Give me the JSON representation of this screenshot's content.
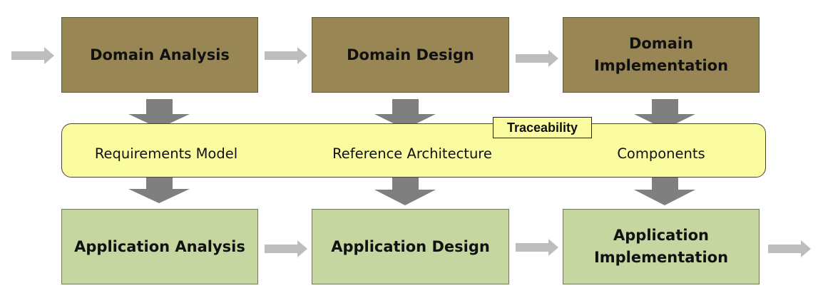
{
  "domain_engineering": {
    "steps": [
      {
        "label": "Domain Analysis"
      },
      {
        "label": "Domain Design"
      },
      {
        "label": "Domain\nImplementation"
      }
    ]
  },
  "domain_assets": {
    "items": [
      {
        "label": "Requirements Model"
      },
      {
        "label": "Reference Architecture"
      },
      {
        "label": "Components"
      }
    ],
    "traceability_label": "Traceability"
  },
  "application_engineering": {
    "steps": [
      {
        "label": "Application Analysis"
      },
      {
        "label": "Application Design"
      },
      {
        "label": "Application\nImplementation"
      }
    ]
  },
  "colors": {
    "domain_box": "#988754",
    "application_box": "#c5d6a0",
    "asset_band": "#fbfba0",
    "flow_arrow": "#bdbdbd",
    "transfer_arrow": "#7f7f7f"
  }
}
